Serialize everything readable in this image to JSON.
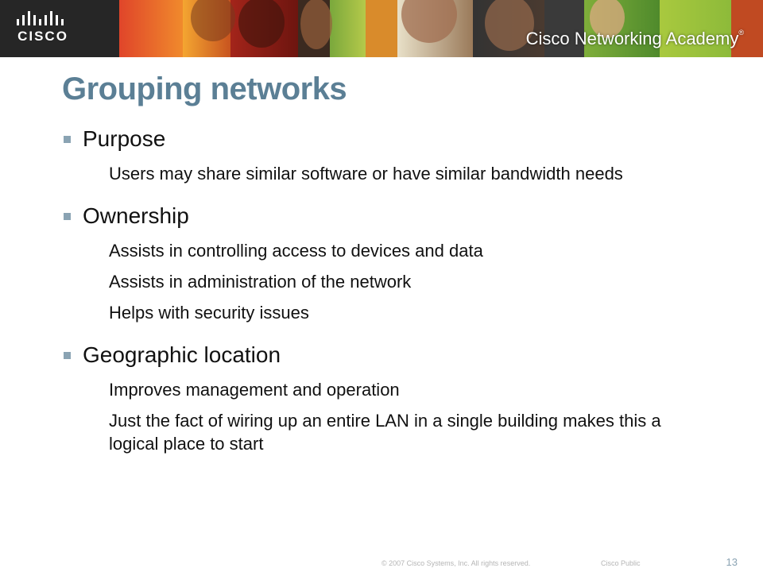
{
  "header": {
    "logo_text": "CISCO",
    "academy_text": "Cisco Networking Academy",
    "academy_mark": "®",
    "colors": [
      "#2b2b2b",
      "#d0381c",
      "#f19a26",
      "#8b1a10",
      "#6ea23a",
      "#3a3a3a",
      "#8fbf3c",
      "#c03a1e"
    ]
  },
  "slide": {
    "title": "Grouping networks",
    "accent_color": "#5b7f95",
    "sections": [
      {
        "label": "Purpose",
        "items": [
          "Users may share similar software or have similar bandwidth needs"
        ]
      },
      {
        "label": "Ownership",
        "items": [
          "Assists in controlling access to devices and data",
          "Assists in administration of the network",
          "Helps with security issues"
        ]
      },
      {
        "label": "Geographic location",
        "items": [
          "Improves management and operation",
          "Just the fact of wiring up an entire LAN in a single building makes this a logical place to start"
        ]
      }
    ]
  },
  "footer": {
    "copyright": "© 2007 Cisco Systems, Inc. All rights reserved.",
    "classification": "Cisco Public",
    "page_number": "13"
  }
}
